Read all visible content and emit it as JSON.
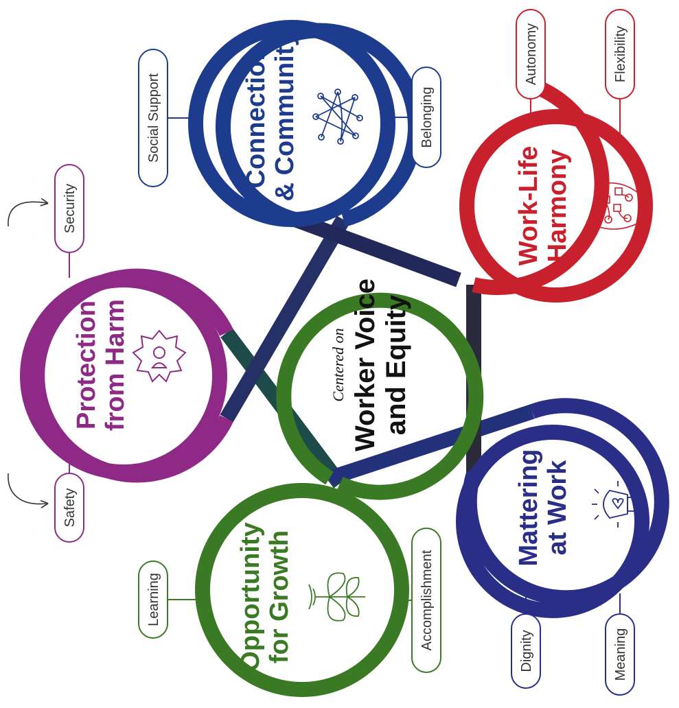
{
  "center": {
    "prefix": "Centered on",
    "line1": "Worker Voice",
    "line2": "and Equity"
  },
  "colors": {
    "protection": "#8e2a86",
    "connection": "#1e3c8e",
    "worklife": "#c8202c",
    "mattering": "#2a2e86",
    "growth": "#3b7a24",
    "dark_cross": "#202848"
  },
  "petals": {
    "protection": {
      "line1": "Protection",
      "line2": "from Harm",
      "icon": "shield-person-icon",
      "tags": [
        "Security",
        "Safety"
      ]
    },
    "connection": {
      "line1": "Connection",
      "line2": "& Community",
      "icon": "network-icon",
      "tags": [
        "Social Support",
        "Belonging"
      ]
    },
    "worklife": {
      "line1": "Work-Life",
      "line2": "Harmony",
      "icon": "flow-nodes-icon",
      "tags": [
        "Autonomy",
        "Flexibility"
      ]
    },
    "mattering": {
      "line1": "Mattering",
      "line2": "at Work",
      "icon": "lightbulb-heart-icon",
      "tags": [
        "Dignity",
        "Meaning"
      ]
    },
    "growth": {
      "line1": "Opportunity",
      "line2": "for Growth",
      "icon": "plant-icon",
      "tags": [
        "Learning",
        "Accomplishment"
      ]
    }
  }
}
